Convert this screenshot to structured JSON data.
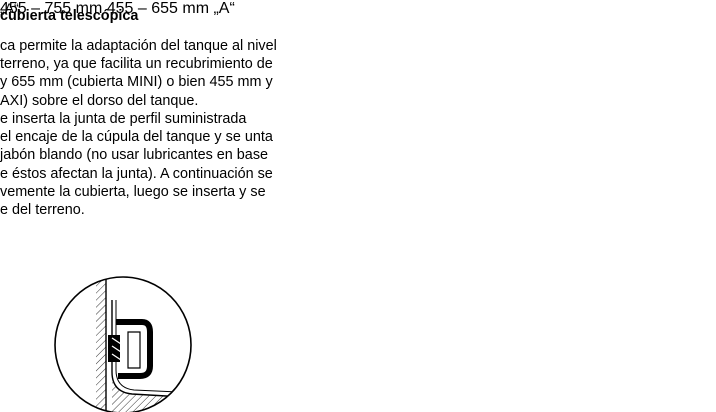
{
  "heading": "cubierta telescópica",
  "paragraph1": [
    "ca permite la adaptación del tanque al nivel",
    "terreno, ya que facilita un recubrimiento de",
    "y 655 mm (cubierta MINI) o bien 455 mm y",
    "AXI) sobre el dorso del tanque."
  ],
  "paragraph2": [
    "e inserta la junta de perfil suministrada",
    "el encaje de la cúpula del tanque y se unta",
    "jabón blando (no usar lubricantes en base",
    "e éstos afectan la junta). A continuación se",
    "vemente la cubierta, luego se inserta y se",
    "e del terreno."
  ],
  "detail_label_left": "„A“",
  "detail_label_right": "„A“",
  "dimension_maxi": "455 – 755 mm",
  "dimension_mini": "455 – 655 mm"
}
